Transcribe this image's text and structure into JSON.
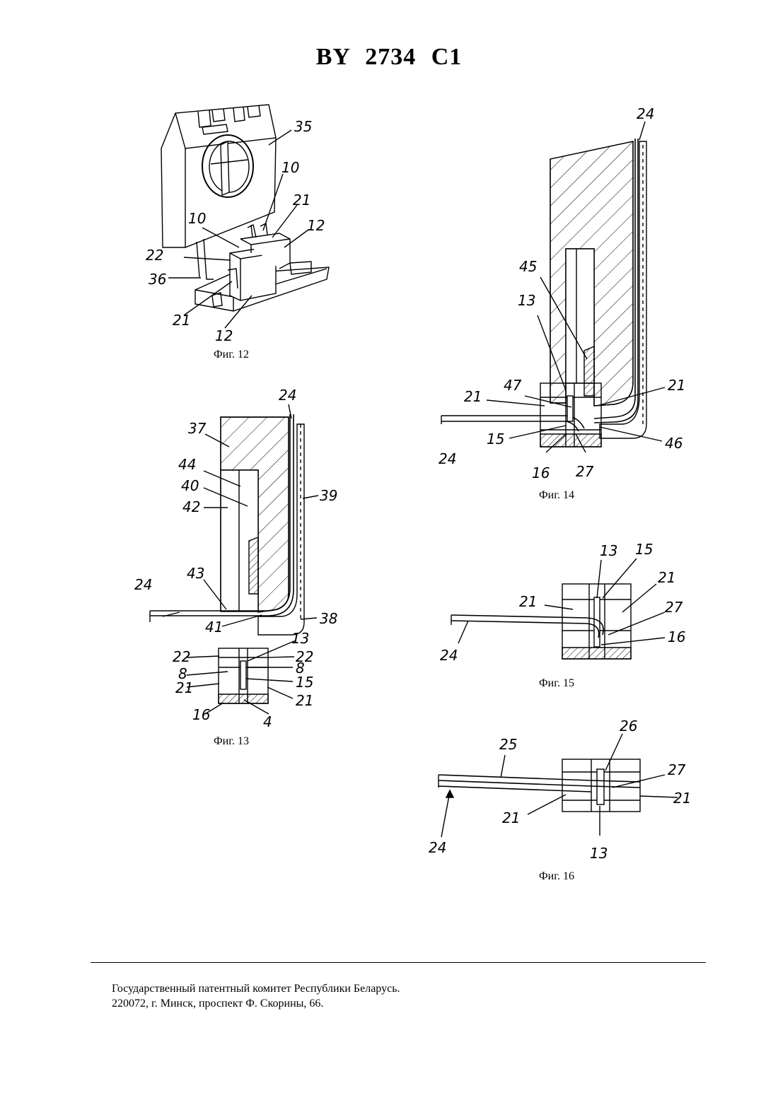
{
  "header": {
    "title": "BY 2734 C1"
  },
  "figures": {
    "fig12": {
      "caption": "Фиг. 12",
      "labels": {
        "l35": "35",
        "l10a": "10",
        "l10b": "10",
        "l21a": "21",
        "l12a": "12",
        "l22": "22",
        "l36": "36",
        "l21b": "21",
        "l12b": "12"
      }
    },
    "fig13": {
      "caption": "Фиг. 13",
      "labels": {
        "l24a": "24",
        "l37": "37",
        "l44": "44",
        "l40": "40",
        "l42": "42",
        "l39": "39",
        "l43": "43",
        "l24b": "24",
        "l41": "41",
        "l38": "38",
        "l13": "13",
        "l22a": "22",
        "l22b": "22",
        "l8a": "8",
        "l8b": "8",
        "l21a": "21",
        "l15": "15",
        "l21b": "21",
        "l16": "16",
        "l4": "4"
      }
    },
    "fig14": {
      "caption": "Фиг. 14",
      "labels": {
        "l24a": "24",
        "l45": "45",
        "l13": "13",
        "l47": "47",
        "l21a": "21",
        "l21b": "21",
        "l15": "15",
        "l46": "46",
        "l24b": "24",
        "l16": "16",
        "l27": "27"
      }
    },
    "fig15": {
      "caption": "Фиг. 15",
      "labels": {
        "l13": "13",
        "l15": "15",
        "l21a": "21",
        "l21b": "21",
        "l27": "27",
        "l16": "16",
        "l24": "24"
      }
    },
    "fig16": {
      "caption": "Фиг. 16",
      "labels": {
        "l25": "25",
        "l26": "26",
        "l27": "27",
        "l21a": "21",
        "l21b": "21",
        "l24": "24",
        "l13": "13"
      }
    }
  },
  "footer": {
    "line1": "Государственный патентный комитет Республики Беларусь.",
    "line2": "220072, г. Минск, проспект Ф. Скорины, 66."
  }
}
